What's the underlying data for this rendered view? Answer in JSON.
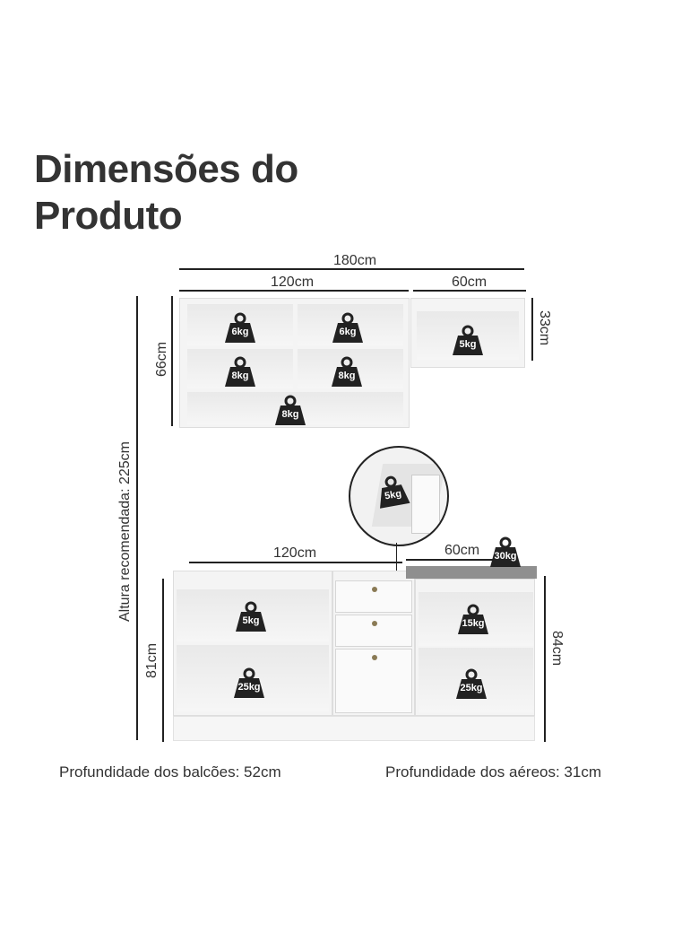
{
  "title": {
    "line1": "Dimensões do",
    "line2": "Produto"
  },
  "dimensions": {
    "total_width": "180cm",
    "upper_left_width": "120cm",
    "upper_right_width": "60cm",
    "upper_left_height": "66cm",
    "upper_right_height": "33cm",
    "recommended_height": "Altura recomendada: 225cm",
    "lower_left_width": "120cm",
    "lower_right_width": "60cm",
    "lower_left_height": "81cm",
    "lower_right_height": "84cm"
  },
  "weights": {
    "upper_tl": "6kg",
    "upper_tr": "6kg",
    "upper_ml": "8kg",
    "upper_mr": "8kg",
    "upper_bottom": "8kg",
    "upper_small": "5kg",
    "drawer_detail": "5kg",
    "countertop": "30kg",
    "lower_left_top": "5kg",
    "lower_left_bottom": "25kg",
    "lower_right_top": "15kg",
    "lower_right_bottom": "25kg"
  },
  "footer": {
    "counter_depth": "Profundidade dos balcões: 52cm",
    "upper_depth": "Profundidade dos aéreos: 31cm"
  },
  "colors": {
    "weight_icon": "#222222",
    "countertop": "#8f8f8f",
    "cabinet": "#f4f4f4"
  }
}
